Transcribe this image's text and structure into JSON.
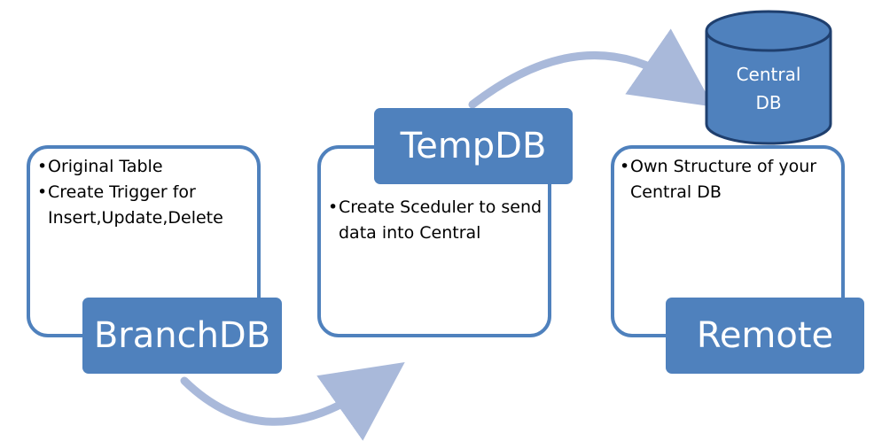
{
  "colors": {
    "box_fill": "#4f81bd",
    "box_border": "#4f81bd",
    "arrow": "#a9b9da",
    "db_fill": "#4f81bd",
    "db_stroke": "#1f3f6e",
    "label_text": "#ffffff"
  },
  "nodes": {
    "branch": {
      "title": "BranchDB",
      "bullets": [
        "Original Table",
        "Create Trigger for Insert,Update,Delete"
      ]
    },
    "temp": {
      "title": "TempDB",
      "bullets": [
        "Create Sceduler to send data into Central"
      ]
    },
    "remote": {
      "title": "Remote",
      "bullets": [
        "Own Structure of your Central DB"
      ]
    },
    "central_db": {
      "label_line1": "Central",
      "label_line2": "DB"
    }
  },
  "flows": [
    {
      "from": "BranchDB",
      "to": "TempDB",
      "icon": "curved-arrow-icon"
    },
    {
      "from": "TempDB",
      "to": "Central DB",
      "icon": "curved-arrow-icon"
    }
  ]
}
